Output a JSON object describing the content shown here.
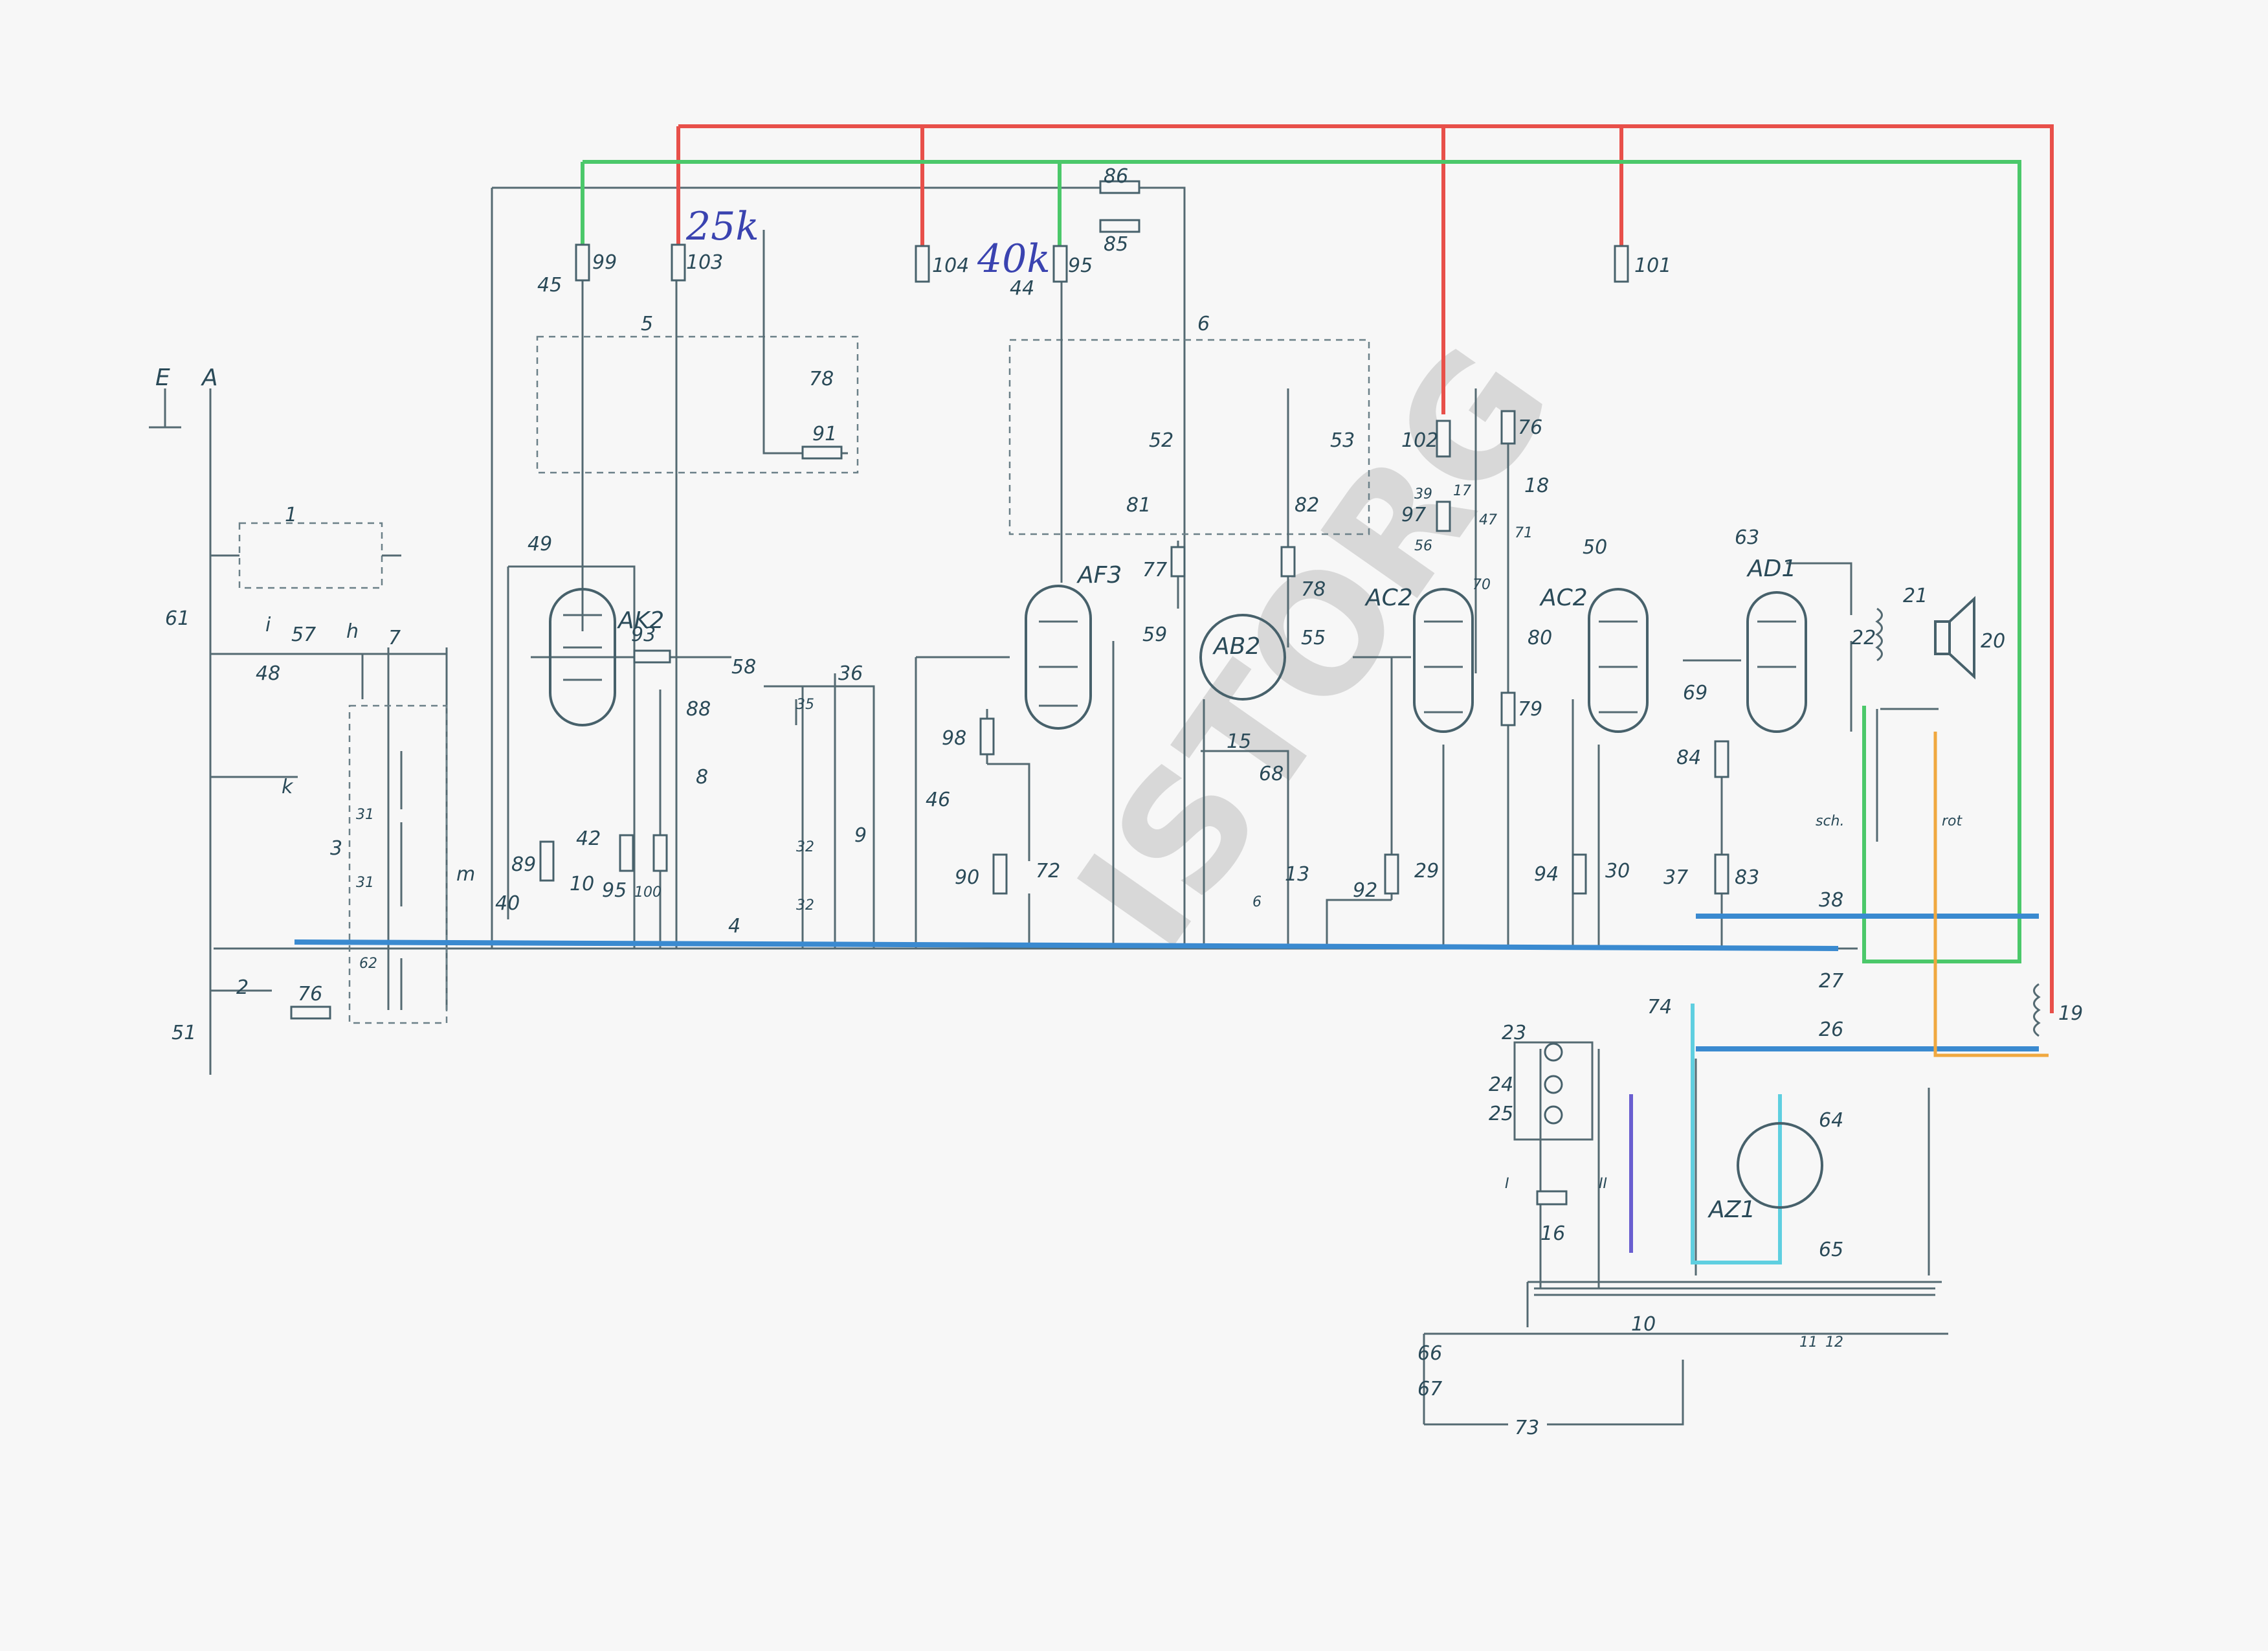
{
  "diagram": {
    "terminals": {
      "earth": "E",
      "antenna": "A"
    },
    "tubes": [
      {
        "key": "ak2",
        "label": "AK2"
      },
      {
        "key": "af3",
        "label": "AF3"
      },
      {
        "key": "ab2",
        "label": "AB2"
      },
      {
        "key": "ac2a",
        "label": "AC2"
      },
      {
        "key": "ac2b",
        "label": "AC2"
      },
      {
        "key": "ad1",
        "label": "AD1"
      },
      {
        "key": "az1",
        "label": "AZ1"
      }
    ],
    "handwritten": {
      "r103_value": "25k",
      "r104_value": "40k"
    },
    "watermark": "ISTORG",
    "labels": {
      "l1": "1",
      "l61": "61",
      "l57": "57",
      "l48": "48",
      "lh": "h",
      "li": "i",
      "l7": "7",
      "lk": "k",
      "l3": "3",
      "l31a": "31",
      "l31b": "31",
      "l62": "62",
      "lm": "m",
      "l2": "2",
      "l76b": "76",
      "l51": "51",
      "l45": "45",
      "l99": "99",
      "l103": "103",
      "l5": "5",
      "l78": "78",
      "l91": "91",
      "l49": "49",
      "l93": "93",
      "l89": "89",
      "l42": "42",
      "l95b": "95",
      "l100": "100",
      "l40": "40",
      "l10": "10",
      "l58": "58",
      "l88": "88",
      "l35": "35",
      "l36": "36",
      "l8": "8",
      "l4": "4",
      "l32a": "32",
      "l32b": "32",
      "l9": "9",
      "l86": "86",
      "l85": "85",
      "l104": "104",
      "l44": "44",
      "l95": "95",
      "l6": "6",
      "l52": "52",
      "l81": "81",
      "l53": "53",
      "l82": "82",
      "l77": "77",
      "l59": "59",
      "l78b": "78",
      "l55": "55",
      "l46": "46",
      "l98": "98",
      "l90": "90",
      "l72": "72",
      "l15": "15",
      "l68": "68",
      "l13": "13",
      "l6b": "6",
      "l102": "102",
      "l76": "76",
      "l18": "18",
      "l39": "39",
      "l97": "97",
      "l47": "47",
      "l17": "17",
      "l71": "71",
      "l56": "56",
      "l70": "70",
      "l50": "50",
      "l80": "80",
      "l79": "79",
      "l92": "92",
      "l29": "29",
      "l101": "101",
      "l63": "63",
      "l69": "69",
      "l84": "84",
      "l94": "94",
      "l30": "30",
      "l37": "37",
      "l83": "83",
      "l21": "21",
      "l22": "22",
      "l20": "20",
      "l38": "38",
      "l27": "27",
      "l19": "19",
      "l26": "26",
      "l64": "64",
      "l65": "65",
      "l74": "74",
      "l23": "23",
      "l24": "24",
      "l25": "25",
      "l16": "16",
      "lI": "I",
      "lII": "II",
      "l10b": "10",
      "l66": "66",
      "l67": "67",
      "l73": "73",
      "l11": "11",
      "l12": "12",
      "sch": "sch.",
      "rot": "rot"
    }
  }
}
